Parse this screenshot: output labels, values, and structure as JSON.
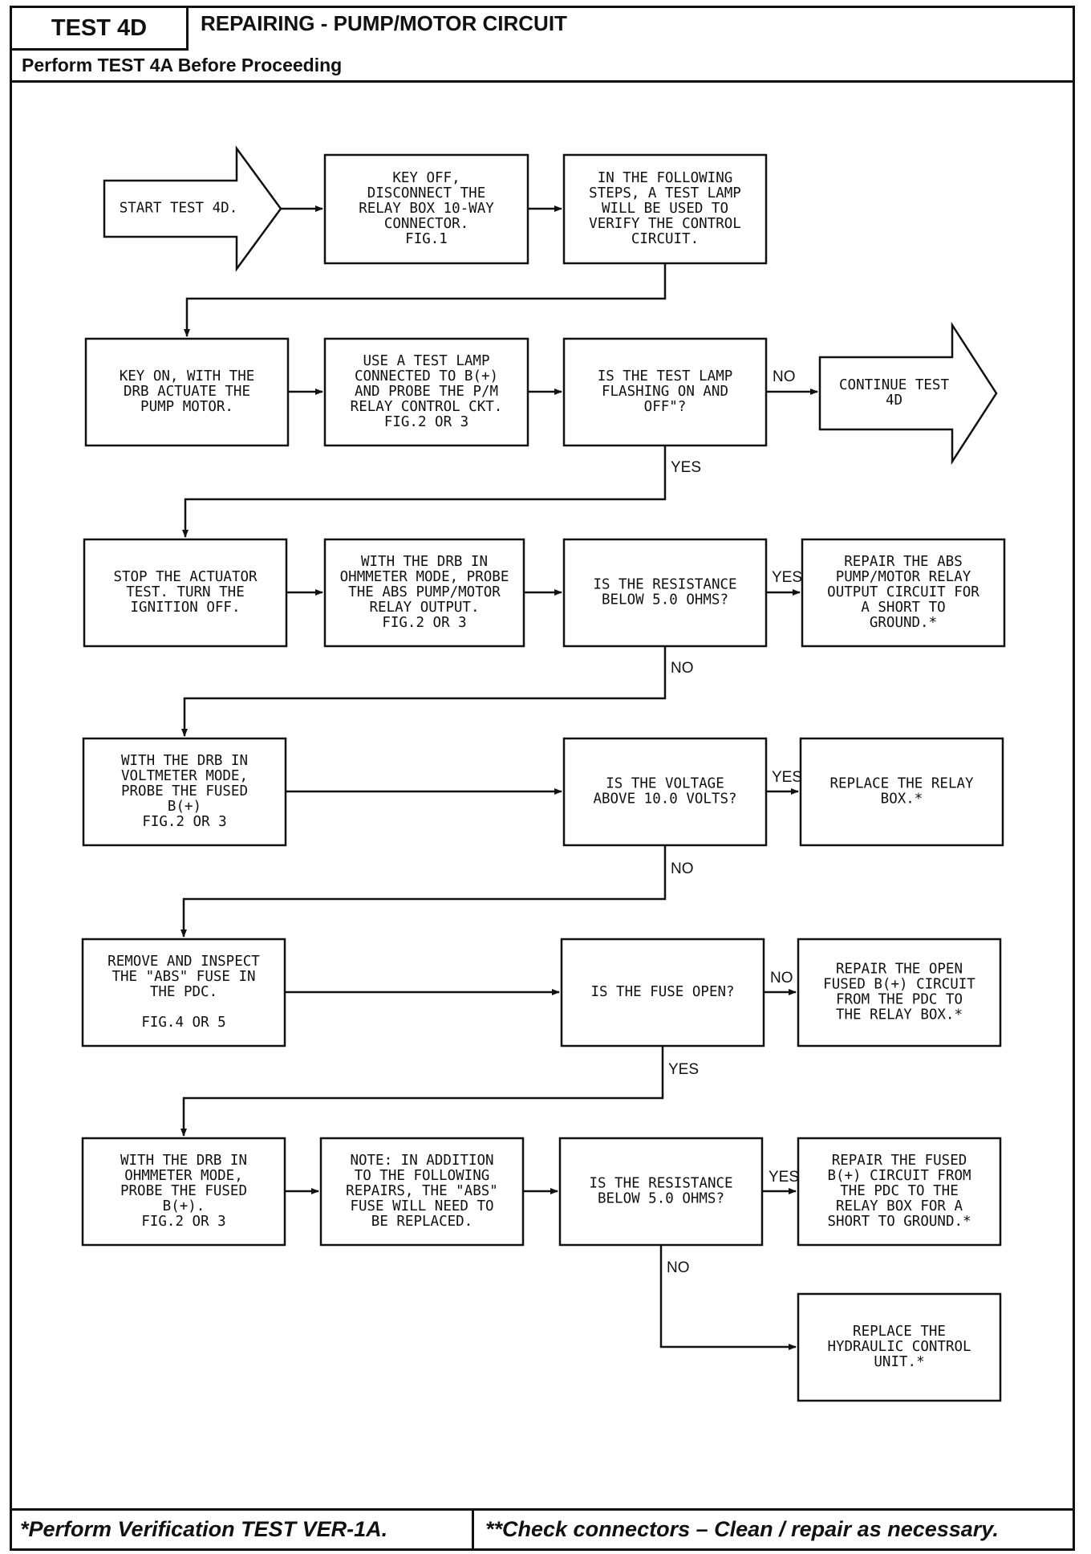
{
  "header": {
    "test_id": "TEST 4D",
    "title": "REPAIRING - PUMP/MOTOR CIRCUIT",
    "prerequisite": "Perform TEST 4A Before Proceeding"
  },
  "footer": {
    "left": "*Perform Verification TEST VER-1A.",
    "right": "**Check connectors – Clean / repair as necessary."
  },
  "flowchart": {
    "nodes": [
      {
        "id": "start",
        "shape": "arrow",
        "lines": [
          "START TEST 4D."
        ]
      },
      {
        "id": "keyoff",
        "shape": "box",
        "lines": [
          "KEY OFF,",
          "DISCONNECT THE",
          "RELAY BOX 10-WAY",
          "CONNECTOR.",
          "FIG.1"
        ]
      },
      {
        "id": "testlamp-intro",
        "shape": "box",
        "lines": [
          "IN THE FOLLOWING",
          "STEPS, A TEST LAMP",
          "WILL BE USED TO",
          "VERIFY THE CONTROL",
          "CIRCUIT."
        ]
      },
      {
        "id": "keyon",
        "shape": "box",
        "lines": [
          "KEY ON, WITH THE",
          "DRB ACTUATE THE",
          "PUMP MOTOR."
        ]
      },
      {
        "id": "uselamp",
        "shape": "box",
        "lines": [
          "USE A TEST LAMP",
          "CONNECTED TO B(+)",
          "AND PROBE THE P/M",
          "RELAY CONTROL CKT.",
          "FIG.2 OR 3"
        ]
      },
      {
        "id": "q-flashing",
        "shape": "box",
        "lines": [
          "IS THE TEST LAMP",
          "FLASHING ON AND",
          "OFF\"?"
        ]
      },
      {
        "id": "continue",
        "shape": "arrow",
        "lines": [
          "CONTINUE TEST",
          "4D"
        ]
      },
      {
        "id": "stop",
        "shape": "box",
        "lines": [
          "STOP THE ACTUATOR",
          "TEST. TURN THE",
          "IGNITION OFF."
        ]
      },
      {
        "id": "ohm-relay",
        "shape": "box",
        "lines": [
          "WITH THE DRB IN",
          "OHMMETER MODE, PROBE",
          "THE ABS PUMP/MOTOR",
          "RELAY OUTPUT.",
          "FIG.2 OR 3"
        ]
      },
      {
        "id": "q-res1",
        "shape": "box",
        "lines": [
          "IS THE RESISTANCE",
          "BELOW 5.0 OHMS?"
        ]
      },
      {
        "id": "repair-relay",
        "shape": "box",
        "lines": [
          "REPAIR THE ABS",
          "PUMP/MOTOR RELAY",
          "OUTPUT CIRCUIT FOR",
          "A SHORT TO",
          "GROUND.*"
        ]
      },
      {
        "id": "volt",
        "shape": "box",
        "lines": [
          "WITH THE DRB IN",
          "VOLTMETER MODE,",
          "PROBE THE FUSED",
          "B(+)",
          "FIG.2 OR 3"
        ]
      },
      {
        "id": "q-volt",
        "shape": "box",
        "lines": [
          "IS THE VOLTAGE",
          "ABOVE 10.0 VOLTS?"
        ]
      },
      {
        "id": "replace-relay",
        "shape": "box",
        "lines": [
          "REPLACE THE RELAY",
          "BOX.*"
        ]
      },
      {
        "id": "fuse",
        "shape": "box",
        "lines": [
          "REMOVE AND INSPECT",
          "THE \"ABS\" FUSE IN",
          "THE PDC.",
          "",
          "FIG.4 OR 5"
        ]
      },
      {
        "id": "q-fuse",
        "shape": "box",
        "lines": [
          "IS THE FUSE OPEN?"
        ]
      },
      {
        "id": "repair-open",
        "shape": "box",
        "lines": [
          "REPAIR THE OPEN",
          "FUSED B(+) CIRCUIT",
          "FROM THE PDC TO",
          "THE RELAY BOX.*"
        ]
      },
      {
        "id": "ohm-fused",
        "shape": "box",
        "lines": [
          "WITH THE DRB IN",
          "OHMMETER MODE,",
          "PROBE THE FUSED",
          "B(+).",
          "FIG.2 OR 3"
        ]
      },
      {
        "id": "note",
        "shape": "box",
        "lines": [
          "NOTE: IN ADDITION",
          "TO THE FOLLOWING",
          "REPAIRS, THE \"ABS\"",
          "FUSE WILL NEED TO",
          "BE REPLACED."
        ]
      },
      {
        "id": "q-res2",
        "shape": "box",
        "lines": [
          "IS THE RESISTANCE",
          "BELOW 5.0 OHMS?"
        ]
      },
      {
        "id": "repair-fused",
        "shape": "box",
        "lines": [
          "REPAIR THE FUSED",
          "B(+) CIRCUIT FROM",
          "THE PDC TO THE",
          "RELAY BOX FOR A",
          "SHORT TO GROUND.*"
        ]
      },
      {
        "id": "replace-hcu",
        "shape": "box",
        "lines": [
          "REPLACE THE",
          "HYDRAULIC CONTROL",
          "UNIT.*"
        ]
      }
    ],
    "edge_labels": {
      "q_flashing_no": "NO",
      "q_flashing_yes": "YES",
      "q_res1_yes": "YES",
      "q_res1_no": "NO",
      "q_volt_yes": "YES",
      "q_volt_no": "NO",
      "q_fuse_no": "NO",
      "q_fuse_yes": "YES",
      "q_res2_yes": "YES",
      "q_res2_no": "NO"
    }
  }
}
